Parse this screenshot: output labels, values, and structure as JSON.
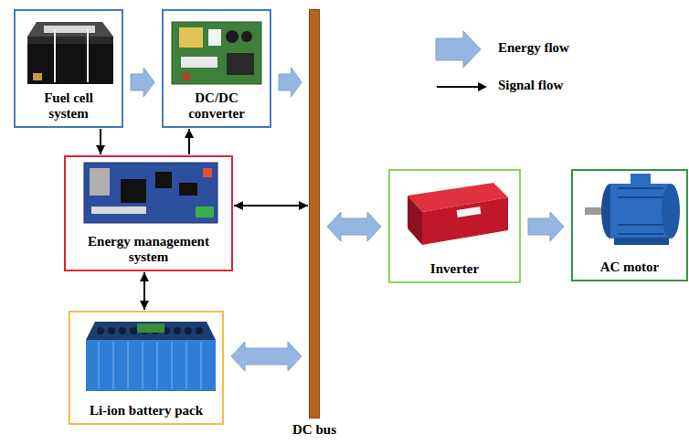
{
  "diagram": {
    "nodes": [
      {
        "text": [
          "Fuel cell system"
        ]
      },
      {
        "text": [
          "DC/DC converter"
        ]
      },
      {
        "text": [
          "Energy management system"
        ]
      },
      {
        "text": [
          "Li-ion battery pack"
        ]
      },
      {
        "text": [
          "DC bus"
        ]
      },
      {
        "text": [
          "Inverter"
        ]
      },
      {
        "text": [
          "AC motor"
        ]
      }
    ],
    "edges": [
      {
        "from": 0,
        "to": 1,
        "arrow": "to"
      },
      {
        "from": 1,
        "to": 4,
        "arrow": "to"
      },
      {
        "from": 0,
        "to": 2,
        "arrow": "to"
      },
      {
        "from": 2,
        "to": 1,
        "arrow": "to"
      },
      {
        "from": 2,
        "to": 4,
        "arrow": "both"
      },
      {
        "from": 2,
        "to": 3,
        "arrow": "both"
      },
      {
        "from": 3,
        "to": 4,
        "arrow": "both"
      },
      {
        "from": 4,
        "to": 5,
        "arrow": "both"
      },
      {
        "from": 5,
        "to": 6,
        "arrow": "to"
      }
    ],
    "legend": [
      {
        "text": "Energy flow"
      },
      {
        "text": "Signal flow"
      }
    ]
  }
}
